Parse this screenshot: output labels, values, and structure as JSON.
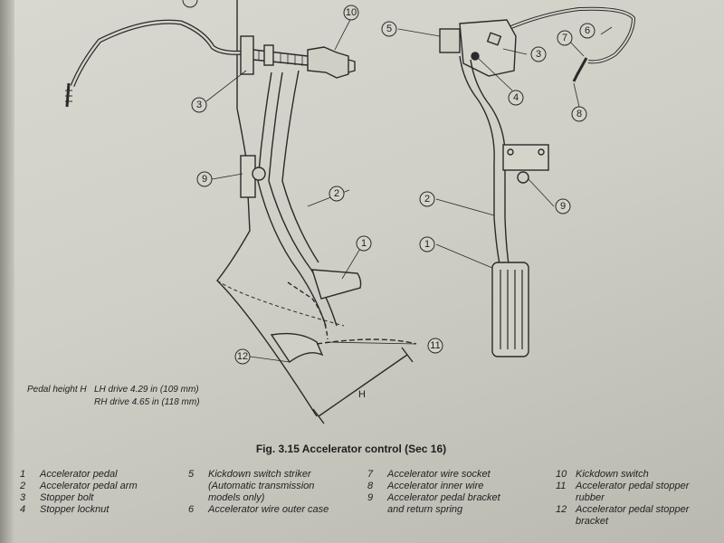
{
  "figure": {
    "caption": "Fig. 3.15 Accelerator control (Sec 16)"
  },
  "callouts": {
    "c1a": "1",
    "c1b": "1",
    "c2a": "2",
    "c2b": "2",
    "c3a": "3",
    "c3b": "3",
    "c4": "4",
    "c5": "5",
    "c6": "6",
    "c7": "7",
    "c8": "8",
    "c9a": "9",
    "c9b": "9",
    "c10": "10",
    "c11": "11",
    "c12": "12",
    "dim_h": "H"
  },
  "pedal_height": {
    "label": "Pedal height H",
    "lh": "LH drive 4.29 in (109 mm)",
    "rh": "RH drive 4.65 in (118 mm)"
  },
  "legend": {
    "col1": [
      {
        "num": "1",
        "text": "Accelerator pedal"
      },
      {
        "num": "2",
        "text": "Accelerator pedal arm"
      },
      {
        "num": "3",
        "text": "Stopper bolt"
      },
      {
        "num": "4",
        "text": "Stopper locknut"
      }
    ],
    "col2": [
      {
        "num": "5",
        "text": "Kickdown switch striker"
      },
      {
        "num": "",
        "text": "(Automatic transmission"
      },
      {
        "num": "",
        "text": "models only)"
      },
      {
        "num": "6",
        "text": "Accelerator wire outer case"
      }
    ],
    "col3": [
      {
        "num": "7",
        "text": "Accelerator wire socket"
      },
      {
        "num": "8",
        "text": "Accelerator inner wire"
      },
      {
        "num": "9",
        "text": "Accelerator pedal bracket"
      },
      {
        "num": "",
        "text": "and return spring"
      }
    ],
    "col4": [
      {
        "num": "10",
        "text": "Kickdown switch"
      },
      {
        "num": "11",
        "text": "Accelerator pedal stopper"
      },
      {
        "num": "",
        "text": "rubber"
      },
      {
        "num": "12",
        "text": "Accelerator pedal stopper"
      },
      {
        "num": "",
        "text": "bracket"
      }
    ]
  }
}
